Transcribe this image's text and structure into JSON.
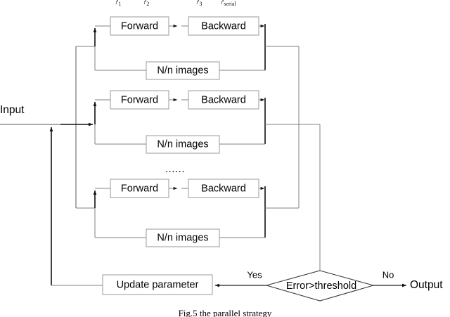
{
  "figure": {
    "caption": "Fig.5 the parallel strategy",
    "top_fragment": {
      "visible": true,
      "terms": [
        {
          "base": "?",
          "sub": "1"
        },
        {
          "base": "?",
          "sub": "2"
        },
        {
          "base": "?",
          "sub": "3"
        },
        {
          "base": "?",
          "sub": "serial"
        }
      ]
    },
    "io": {
      "input_label": "Input",
      "output_label": "Output"
    },
    "branches": [
      {
        "forward_label": "Forward",
        "backward_label": "Backward",
        "images_label": "N/n images"
      },
      {
        "forward_label": "Forward",
        "backward_label": "Backward",
        "images_label": "N/n images"
      },
      {
        "forward_label": "Forward",
        "backward_label": "Backward",
        "images_label": "N/n images"
      }
    ],
    "ellipsis": "......",
    "update_box_label": "Update parameter",
    "decision": {
      "label": "Error>threshold",
      "yes_label": "Yes",
      "no_label": "No"
    },
    "colors": {
      "background": "#ffffff",
      "box_border": "#9a9a9a",
      "box_fill": "#ffffff",
      "text": "#000000",
      "wire_light": "#808080",
      "wire_dark": "#111111"
    }
  }
}
